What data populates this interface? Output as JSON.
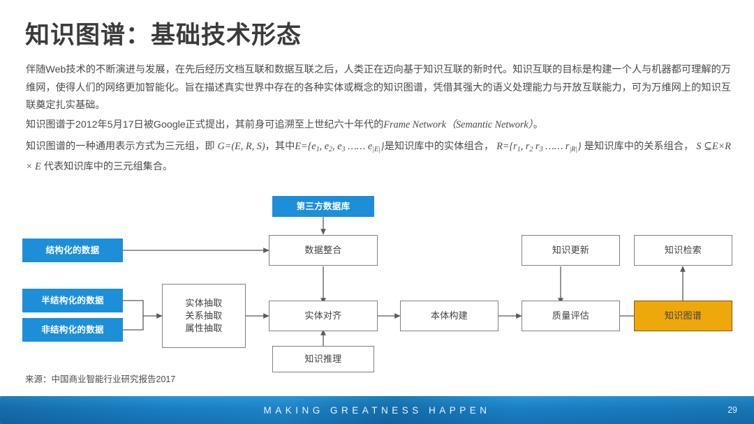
{
  "slide": {
    "title": "知识图谱：基础技术形态",
    "page_number": "29",
    "tagline": "MAKING GREATNESS HAPPEN",
    "source_note": "来源：中国商业智能行业研究报告2017"
  },
  "body": {
    "para_intro": "伴随Web技术的不断演进与发展，在先后经历文档互联和数据互联之后，人类正在迈向基于知识互联的新时代。知识互联的目标是构建一个人与机器都可理解的万维网，使得人们的网络更加智能化。旨在描述真实世界中存在的各种实体或概念的知识图谱，凭借其强大的语义处理能力与开放互联能力，可为万维网上的知识互联奠定扎实基础。",
    "para_origin_1": "知识图谱于2012年5月17日被Google正式提出，其前身可追溯至上世纪六十年代的",
    "para_origin_formula": "Frame Network（Semantic Network）",
    "para_origin_2": "。",
    "para_triple_1": "知识图谱的一种通用表示方式为三元组，即",
    "para_triple_f1": "G=(E, R, S)",
    "para_triple_2": "，其中",
    "para_triple_f2": "E={e",
    "para_triple_f2_s1": "1",
    "para_triple_f2_b": ", e",
    "para_triple_f2_s2": "2",
    "para_triple_f2_c": ", e",
    "para_triple_f2_s3": "3",
    "para_triple_f2_d": " …… e",
    "para_triple_f2_s4": "|E|",
    "para_triple_f2_e": "}",
    "para_triple_3": "是知识库中的实体组合，",
    "para_triple_f3": "R={r",
    "para_triple_f3_s1": "1",
    "para_triple_f3_b": ", r",
    "para_triple_f3_s2": "2",
    "para_triple_f3_c": " r",
    "para_triple_f3_s3": "3",
    "para_triple_f3_d": " …… r",
    "para_triple_f3_s4": "|R|",
    "para_triple_f3_e": "}",
    "para_triple_4": "是知识库中的关系组合，",
    "para_triple_f4": "S ⊆E×R × E",
    "para_triple_5": "代表知识库中的三元组集合。"
  },
  "diagram": {
    "nodes": [
      {
        "id": "third-party-db",
        "label": "第三方数据库",
        "style": "blue"
      },
      {
        "id": "structured-data",
        "label": "结构化的数据",
        "style": "blue"
      },
      {
        "id": "semi-structured-data",
        "label": "半结构化的数据",
        "style": "blue"
      },
      {
        "id": "unstructured-data",
        "label": "非结构化的数据",
        "style": "blue"
      },
      {
        "id": "data-integration",
        "label": "数据整合",
        "style": "white"
      },
      {
        "id": "extraction",
        "label": "实体抽取\n关系抽取\n属性抽取",
        "style": "white",
        "lines": [
          "实体抽取",
          "关系抽取",
          "属性抽取"
        ]
      },
      {
        "id": "entity-alignment",
        "label": "实体对齐",
        "style": "white"
      },
      {
        "id": "knowledge-reasoning",
        "label": "知识推理",
        "style": "white"
      },
      {
        "id": "ontology-construction",
        "label": "本体构建",
        "style": "white"
      },
      {
        "id": "knowledge-update",
        "label": "知识更新",
        "style": "white"
      },
      {
        "id": "quality-evaluation",
        "label": "质量评估",
        "style": "white"
      },
      {
        "id": "knowledge-graph",
        "label": "知识图谱",
        "style": "orange"
      },
      {
        "id": "knowledge-retrieval",
        "label": "知识检索",
        "style": "white"
      }
    ],
    "colors": {
      "blue": "#1C8FD8",
      "orange": "#EFA80C",
      "box_border": "#808080",
      "arrow": "#5a5a5a"
    }
  }
}
